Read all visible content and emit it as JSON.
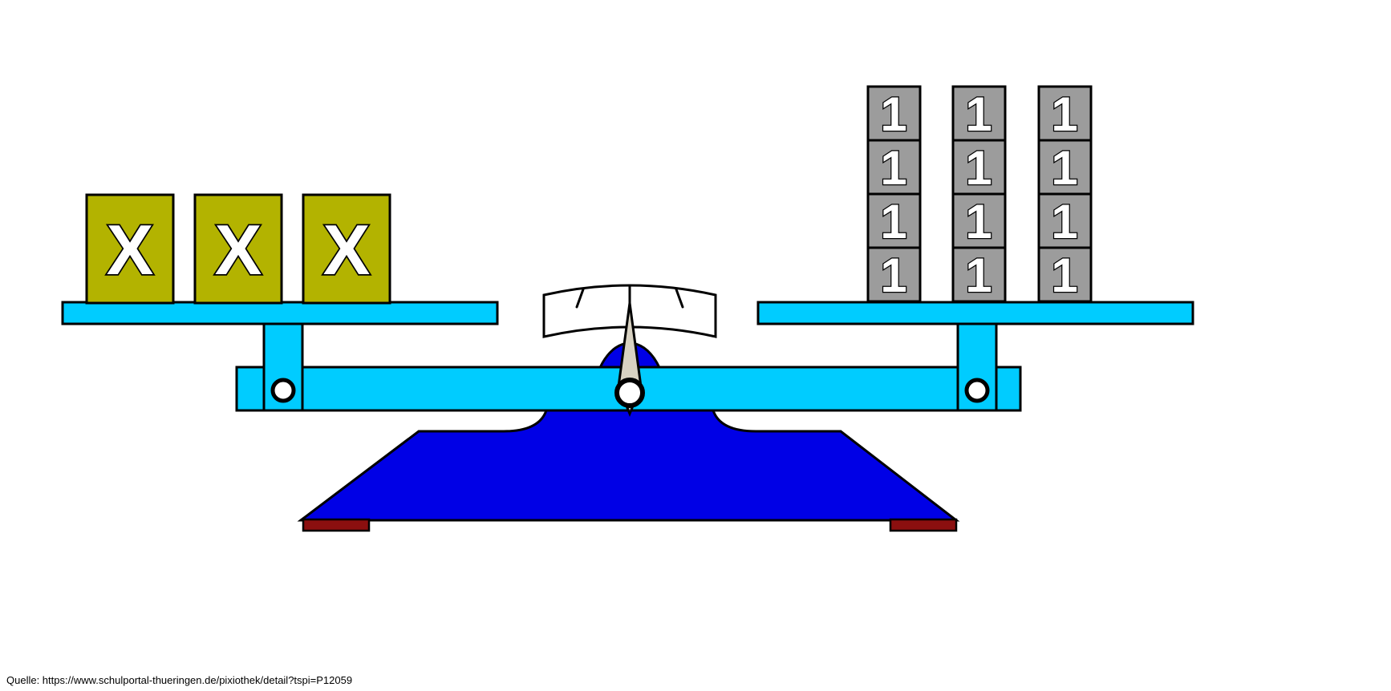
{
  "source_caption": "Quelle: https://www.schulportal-thueringen.de/pixiothek/detail?tspi=P12059",
  "colors": {
    "pan": "#00ccff",
    "base": "#0000e6",
    "foot": "#8b0f0f",
    "block_x": "#b3b300",
    "block_one": "#9c9c9c",
    "gauge": "#ffffff",
    "needle": "#d8d2c2"
  },
  "left_pan": {
    "blocks": [
      {
        "label": "X"
      },
      {
        "label": "X"
      },
      {
        "label": "X"
      }
    ]
  },
  "right_pan": {
    "stacks": [
      {
        "blocks": [
          {
            "label": "1"
          },
          {
            "label": "1"
          },
          {
            "label": "1"
          },
          {
            "label": "1"
          }
        ]
      },
      {
        "blocks": [
          {
            "label": "1"
          },
          {
            "label": "1"
          },
          {
            "label": "1"
          },
          {
            "label": "1"
          }
        ]
      },
      {
        "blocks": [
          {
            "label": "1"
          },
          {
            "label": "1"
          },
          {
            "label": "1"
          },
          {
            "label": "1"
          }
        ]
      }
    ]
  }
}
